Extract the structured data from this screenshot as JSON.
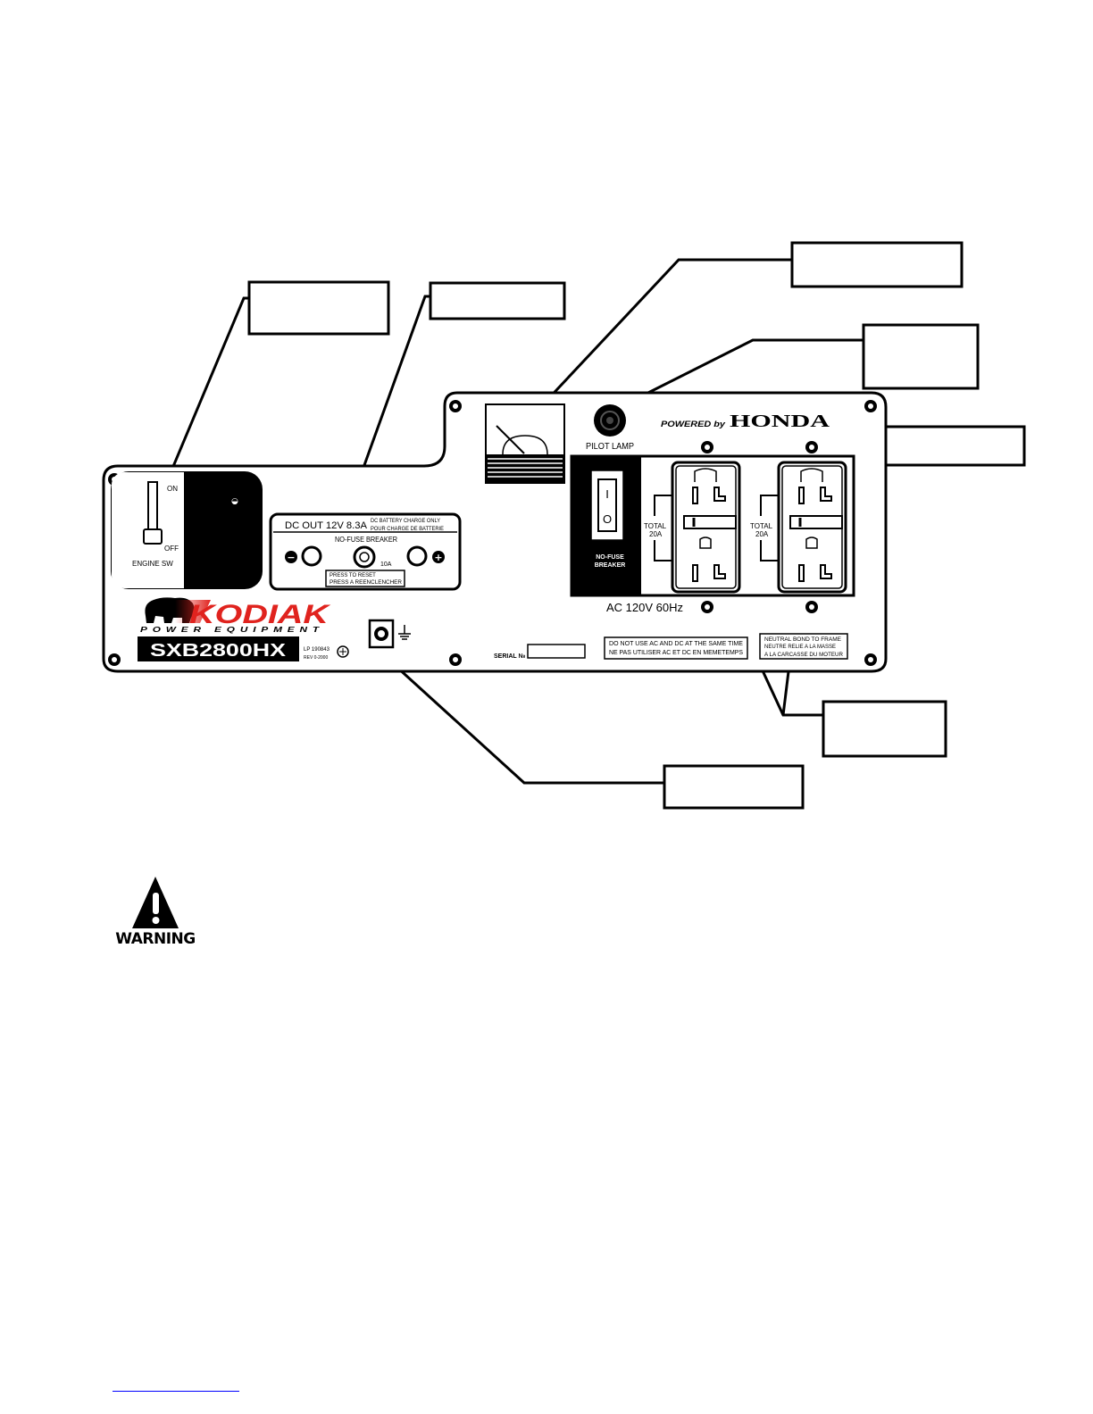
{
  "panel": {
    "engine_switch": {
      "on": "ON",
      "off": "OFF",
      "label": "ENGINE SW"
    },
    "dc": {
      "title": "DC OUT 12V 8.3A",
      "note_line1": "DC BATTERY CHARGE ONLY",
      "note_line2": "POUR CHARGE DE BATTERIE",
      "breaker_label": "NO-FUSE BREAKER",
      "amp": "10A",
      "reset_line1": "PRESS TO RESET",
      "reset_line2": "PRESS A REENCLENCHER",
      "minus": "−",
      "plus": "+"
    },
    "pilot_lamp": "PILOT LAMP",
    "powered_by": "POWERED by",
    "honda": "HONDA",
    "ac_breaker_line1": "NO-FUSE",
    "ac_breaker_line2": "BREAKER",
    "breaker_on_mark": "I",
    "breaker_off_mark": "O",
    "total_1": "TOTAL",
    "total_2": "20A",
    "ac_rating": "AC 120V 60Hz",
    "brand": "KODIAK",
    "brand_sub": "POWER EQUIPMENT",
    "model": "SXB2800HX",
    "lp_line1": "LP 190843",
    "lp_line2": "REV 0-2000",
    "serial_label": "SERIAL №",
    "caution_line1": "DO NOT USE AC AND DC AT THE SAME TIME",
    "caution_line2": "NE PAS UTILISER AC ET DC EN MEMETEMPS",
    "neutral_line1": "NEUTRAL BOND TO FRAME",
    "neutral_line2": "NEUTRE RELIE A LA MASSE",
    "neutral_line3": "A LA CARCASSE DU MOTEUR"
  },
  "warning": {
    "label": "WARNING"
  },
  "colors": {
    "brand_red": "#e0231e",
    "ink": "#000000",
    "footer_link": "#0000ff"
  }
}
